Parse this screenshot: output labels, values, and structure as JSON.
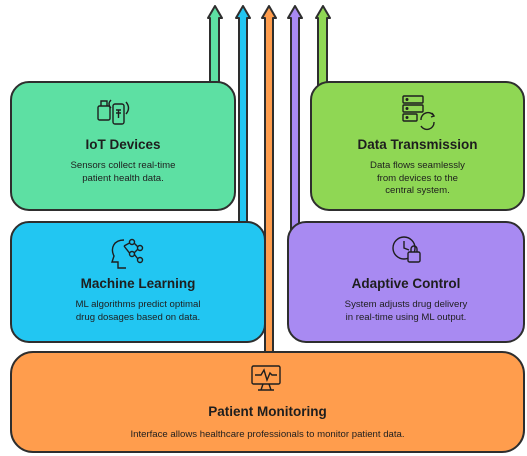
{
  "colors": {
    "green": "#5de0a3",
    "lime": "#8fd754",
    "cyan": "#22c6f2",
    "purple": "#a88af2",
    "orange": "#ff9d4d",
    "outline": "#2e2e2e"
  },
  "cards": {
    "iot": {
      "title": "IoT Devices",
      "desc": [
        "Sensors collect real-time",
        "patient health data."
      ],
      "icon": "smartphone-sensor-icon"
    },
    "data": {
      "title": "Data Transmission",
      "desc": [
        "Data flows seamlessly",
        "from devices to the",
        "central system."
      ],
      "icon": "server-sync-icon"
    },
    "ml": {
      "title": "Machine Learning",
      "desc": [
        "ML algorithms predict optimal",
        "drug dosages based on data."
      ],
      "icon": "brain-network-icon"
    },
    "adaptive": {
      "title": "Adaptive Control",
      "desc": [
        "System adjusts drug delivery",
        "in real-time using ML output."
      ],
      "icon": "clock-lock-icon"
    },
    "patient": {
      "title": "Patient Monitoring",
      "desc": [
        "Interface allows healthcare professionals to monitor patient data."
      ],
      "icon": "monitor-heartbeat-icon"
    }
  },
  "arrows": [
    "green",
    "cyan",
    "orange",
    "purple",
    "lime"
  ]
}
